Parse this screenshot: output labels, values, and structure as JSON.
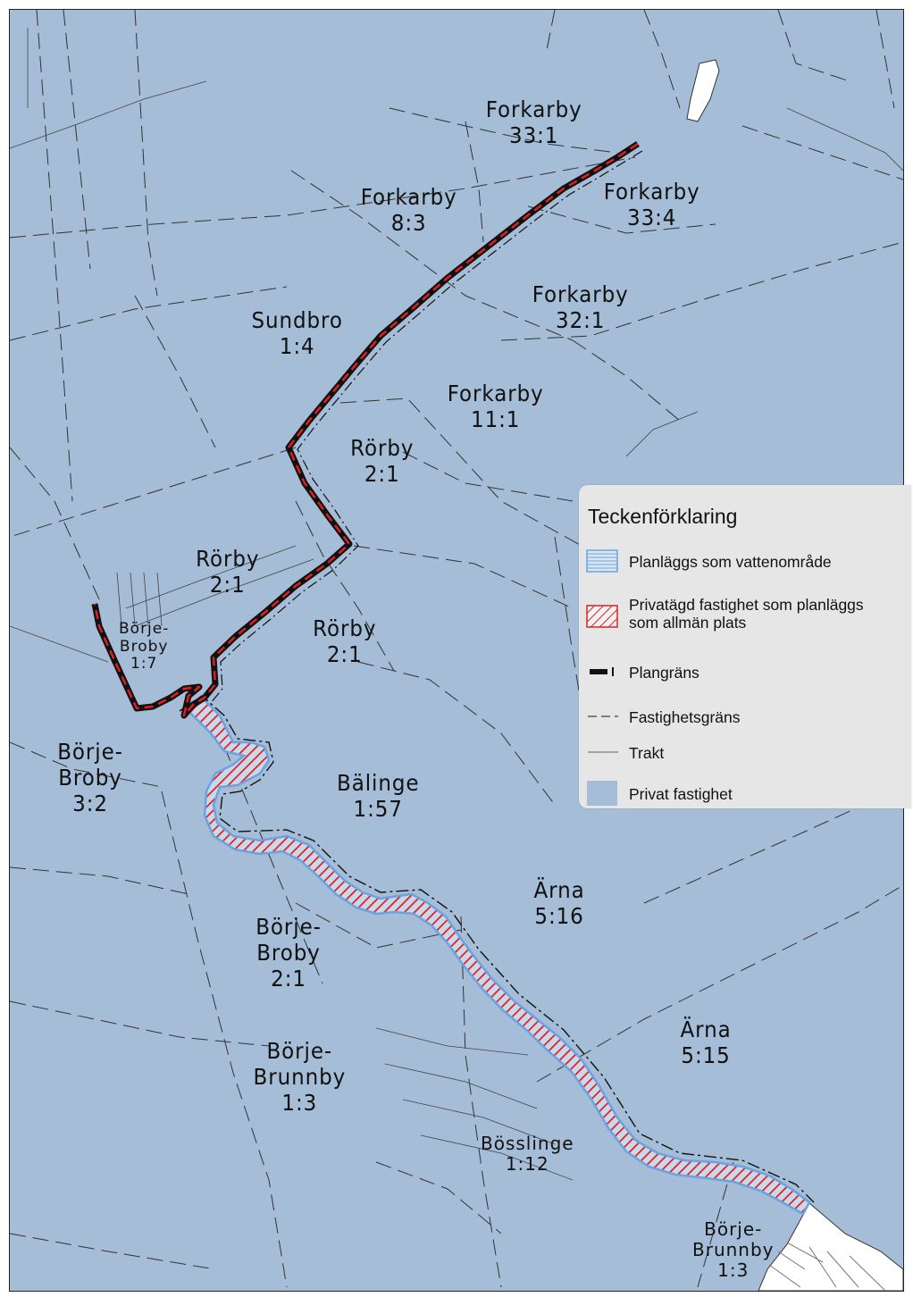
{
  "map": {
    "labels": [
      {
        "id": "forkarby-33-1",
        "name": "Forkarby",
        "number": "33:1"
      },
      {
        "id": "forkarby-33-4",
        "name": "Forkarby",
        "number": "33:4"
      },
      {
        "id": "forkarby-8-3",
        "name": "Forkarby",
        "number": "8:3"
      },
      {
        "id": "forkarby-32-1",
        "name": "Forkarby",
        "number": "32:1"
      },
      {
        "id": "sundbro-1-4",
        "name": "Sundbro",
        "number": "1:4"
      },
      {
        "id": "forkarby-11-1",
        "name": "Forkarby",
        "number": "11:1"
      },
      {
        "id": "rorby-2-1-a",
        "name": "Rörby",
        "number": "2:1"
      },
      {
        "id": "rorby-2-1-b",
        "name": "Rörby",
        "number": "2:1"
      },
      {
        "id": "rorby-2-1-c",
        "name": "Rörby",
        "number": "2:1"
      },
      {
        "id": "borje-broby-1-7",
        "name": "Börje-\nBroby",
        "number": "1:7"
      },
      {
        "id": "borje-broby-3-2",
        "name": "Börje-\nBroby",
        "number": "3:2"
      },
      {
        "id": "balinge-1-57",
        "name": "Bälinge",
        "number": "1:57"
      },
      {
        "id": "arna-5-16",
        "name": "Ärna",
        "number": "5:16"
      },
      {
        "id": "borje-broby-2-1",
        "name": "Börje-\nBroby",
        "number": "2:1"
      },
      {
        "id": "arna-5-15",
        "name": "Ärna",
        "number": "5:15"
      },
      {
        "id": "borje-brunnby-1-3-a",
        "name": "Börje-\nBrunnby",
        "number": "1:3"
      },
      {
        "id": "bosslinge-1-12",
        "name": "Bösslinge",
        "number": "1:12"
      },
      {
        "id": "borje-brunnby-1-3-b",
        "name": "Börje-\nBrunnby",
        "number": "1:3"
      }
    ]
  },
  "legend": {
    "title": "Teckenförklaring",
    "items": [
      {
        "id": "vattenomrade",
        "text": "Planläggs som vattenområde"
      },
      {
        "id": "allman-plats",
        "text": "Privatägd fastighet som planläggs\nsom allmän plats"
      },
      {
        "id": "plangrans",
        "text": "Plangräns"
      },
      {
        "id": "fastighetsgrans",
        "text": "Fastighetsgräns"
      },
      {
        "id": "trakt",
        "text": "Trakt"
      },
      {
        "id": "privat-fastighet",
        "text": "Privat fastighet"
      }
    ]
  },
  "colors": {
    "property_fill": "#a5bdd6",
    "water_stripe": "#6aa3e0",
    "hatch_red": "#e02020",
    "boundary_black": "#111111",
    "legend_bg": "#e6e6e6"
  }
}
